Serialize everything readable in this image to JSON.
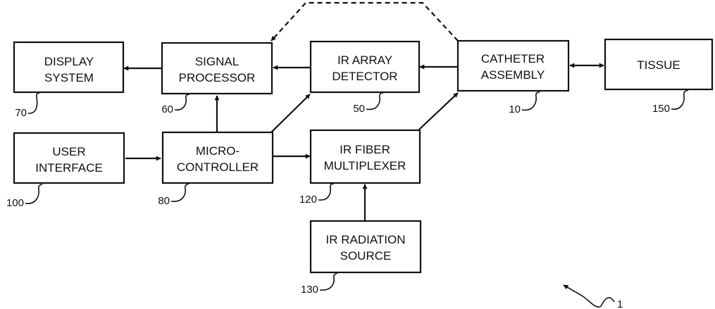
{
  "blocks": {
    "display_system": {
      "lines": [
        "DISPLAY",
        "SYSTEM"
      ],
      "ref": "70"
    },
    "signal_processor": {
      "lines": [
        "SIGNAL",
        "PROCESSOR"
      ],
      "ref": "60"
    },
    "ir_array_detector": {
      "lines": [
        "IR ARRAY",
        "DETECTOR"
      ],
      "ref": "50"
    },
    "catheter_assembly": {
      "lines": [
        "CATHETER",
        "ASSEMBLY"
      ],
      "ref": "10"
    },
    "tissue": {
      "lines": [
        "TISSUE"
      ],
      "ref": "150"
    },
    "user_interface": {
      "lines": [
        "USER",
        "INTERFACE"
      ],
      "ref": "100"
    },
    "micro_controller": {
      "lines": [
        "MICRO-",
        "CONTROLLER"
      ],
      "ref": "80"
    },
    "ir_fiber_multiplexer": {
      "lines": [
        "IR FIBER",
        "MULTIPLEXER"
      ],
      "ref": "120"
    },
    "ir_radiation_source": {
      "lines": [
        "IR RADIATION",
        "SOURCE"
      ],
      "ref": "130"
    }
  },
  "figure_ref": "1"
}
